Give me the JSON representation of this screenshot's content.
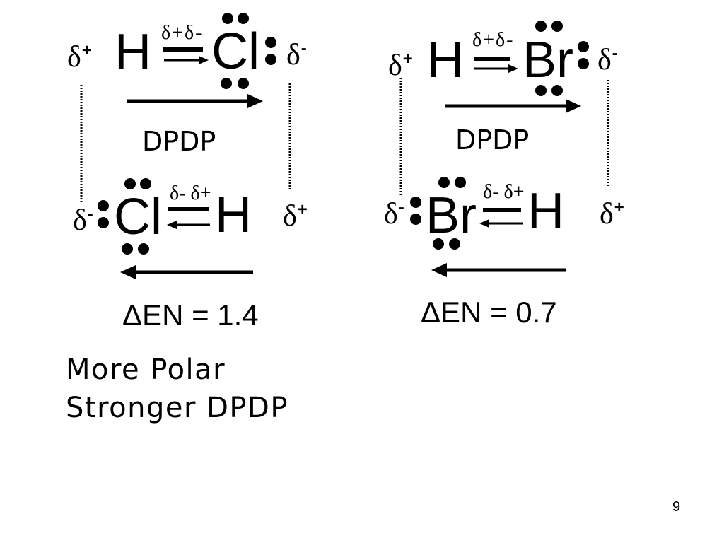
{
  "colors": {
    "background": "#ffffff",
    "ink": "#000000"
  },
  "panels": [
    {
      "top": {
        "charge_left": {
          "symbol": "δ",
          "sign": "+"
        },
        "atom_left": "H",
        "bond_label": "δ+δ-",
        "atom_right": "Cl",
        "charge_right": {
          "symbol": "δ",
          "sign": "-"
        }
      },
      "interaction": "DPDP",
      "bottom": {
        "charge_left": {
          "symbol": "δ",
          "sign": "-"
        },
        "atom_left": "Cl",
        "bond_label": "δ- δ+",
        "atom_right": "H",
        "charge_right": {
          "symbol": "δ",
          "sign": "+"
        }
      },
      "delta_en": "ΔEN = 1.4"
    },
    {
      "top": {
        "charge_left": {
          "symbol": "δ",
          "sign": "+"
        },
        "atom_left": "H",
        "bond_label": "δ+δ-",
        "atom_right": "Br",
        "charge_right": {
          "symbol": "δ",
          "sign": "-"
        }
      },
      "interaction": "DPDP",
      "bottom": {
        "charge_left": {
          "symbol": "δ",
          "sign": "-"
        },
        "atom_left": "Br",
        "bond_label": "δ- δ+",
        "atom_right": "H",
        "charge_right": {
          "symbol": "δ",
          "sign": "+"
        }
      },
      "delta_en": "ΔEN = 0.7"
    }
  ],
  "conclusion": [
    "More Polar",
    "Stronger DPDP"
  ],
  "page_number": "9"
}
